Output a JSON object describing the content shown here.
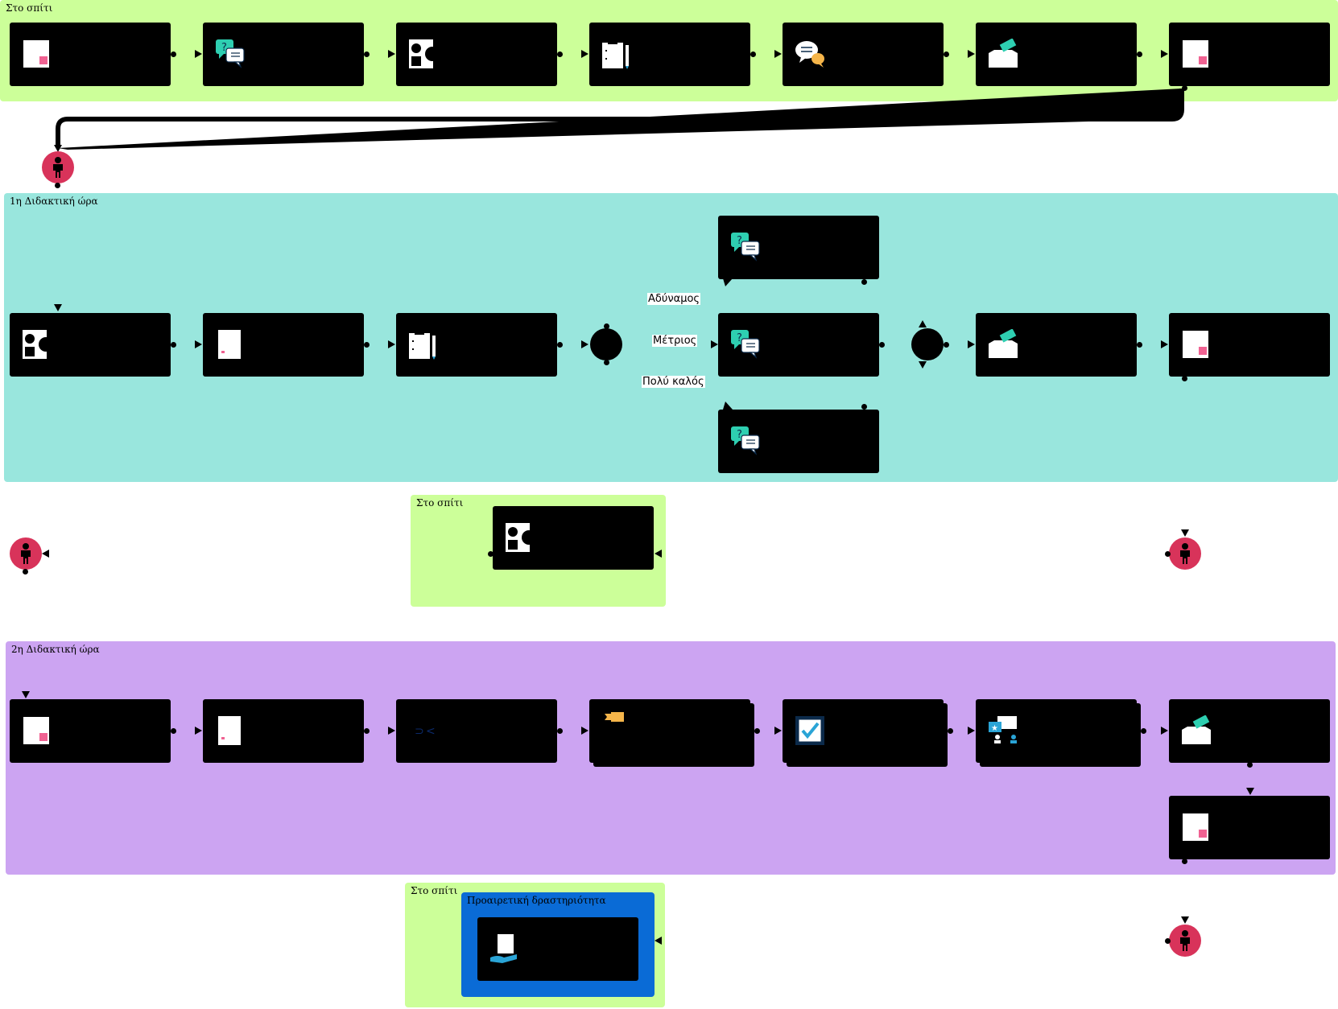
{
  "zones": {
    "home_top": {
      "title": "Στο σπίτι",
      "color": "#ccff99"
    },
    "lesson1": {
      "title": "1η Διδακτική ώρα",
      "color": "#99e6dd"
    },
    "home_mid": {
      "title": "Στο σπίτι",
      "color": "#ccff99"
    },
    "lesson2": {
      "title": "2η Διδακτική ώρα",
      "color": "#cca4f2"
    },
    "home_bottom": {
      "title": "Στο σπίτι",
      "color": "#ccff99"
    },
    "optional": {
      "title": "Προαιρετική δραστηριότητα",
      "color": "#0a6bd6"
    }
  },
  "branch_labels": {
    "weak": "Αδύναμος",
    "medium": "Μέτριος",
    "good": "Πολύ καλός"
  },
  "icons": {
    "row1": [
      "document-pink-icon",
      "question-chat-icon",
      "shapes-icon",
      "clipboard-pencil-icon",
      "chat-bubbles-icon",
      "ballot-box-icon",
      "document-pink-icon"
    ],
    "lesson1_main": [
      "shapes-icon",
      "document-icon",
      "clipboard-pencil-icon",
      "question-chat-icon",
      "ballot-box-icon",
      "document-pink-icon"
    ],
    "lesson1_branches": [
      "question-chat-icon",
      "question-chat-icon",
      "question-chat-icon"
    ],
    "home_mid": [
      "shapes-icon"
    ],
    "lesson2": [
      "document-pink-icon",
      "document-icon",
      "compare-icon",
      "ticket-icon",
      "checkbox-stamp-icon",
      "group-presentation-icon",
      "ballot-box-icon",
      "document-pink-icon"
    ],
    "optional": [
      "hand-document-icon"
    ],
    "nodes": [
      "person-icon"
    ]
  },
  "colors": {
    "activity": "#000000",
    "person_node": "#d8335a",
    "teal_accent": "#2ecfb1",
    "pink_accent": "#f06292"
  }
}
